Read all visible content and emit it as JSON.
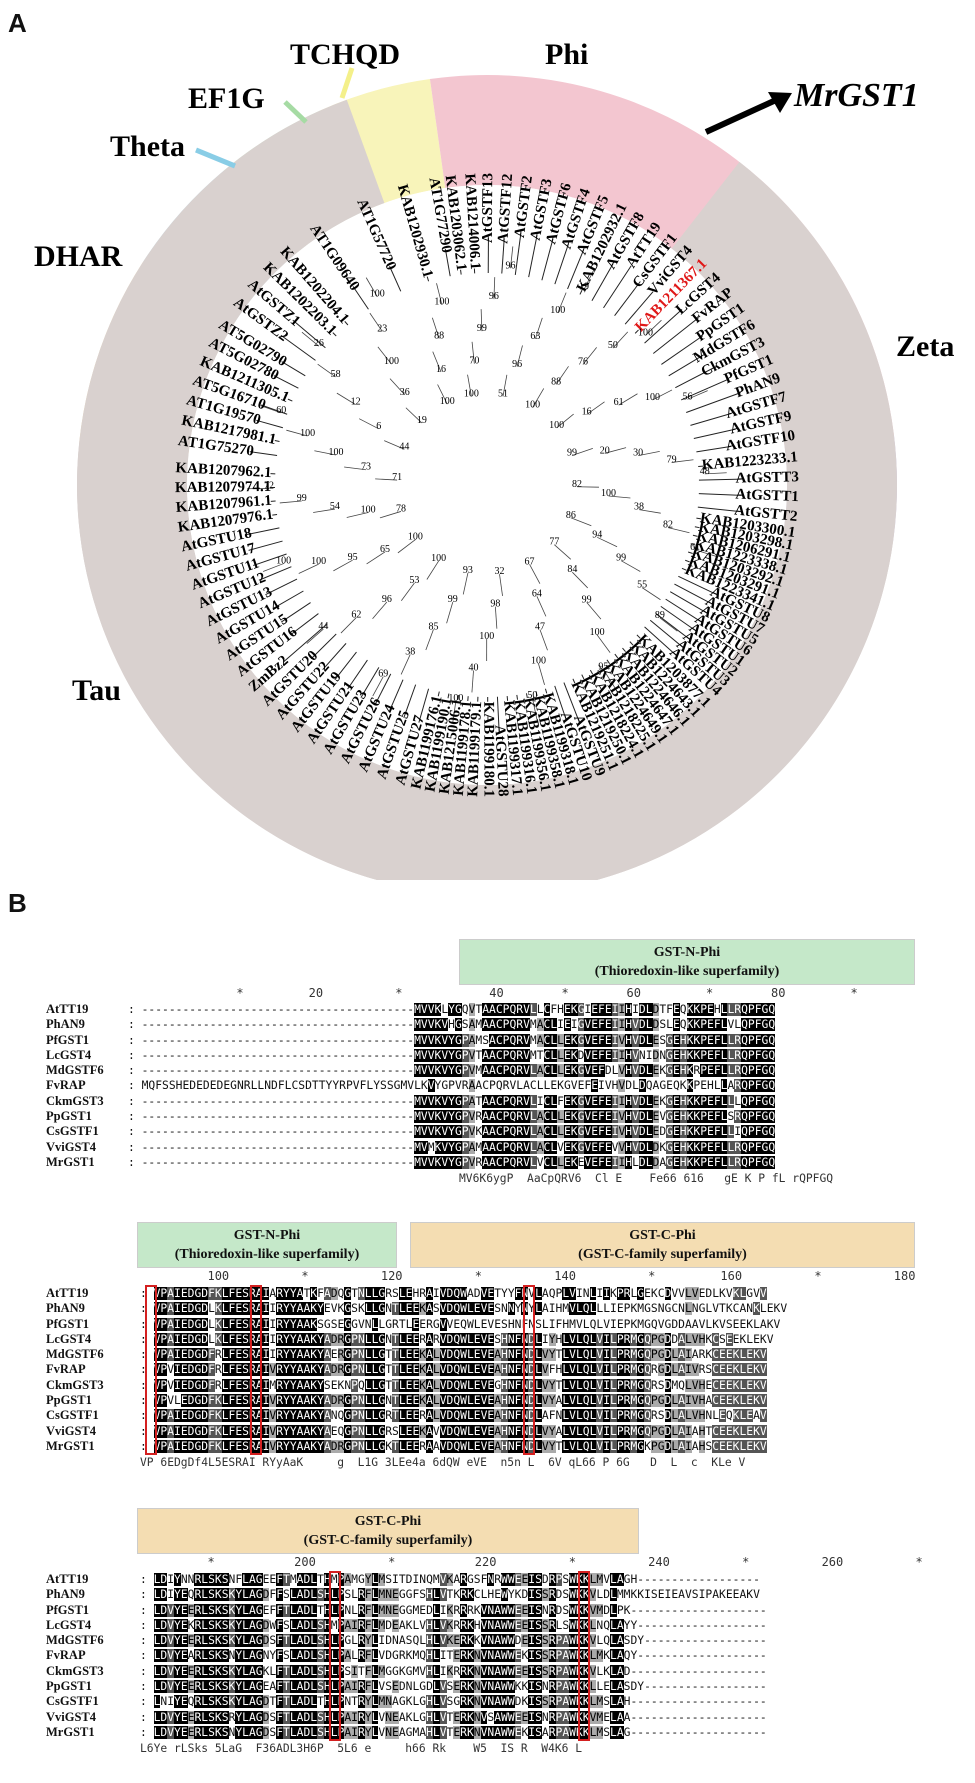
{
  "panel_a": {
    "label": "A"
  },
  "panel_b": {
    "label": "B"
  },
  "clades": {
    "tchqd": "TCHQD",
    "phi": "Phi",
    "ef1g": "EF1G",
    "theta": "Theta",
    "dhar": "DHAR",
    "zeta": "Zeta",
    "tau": "Tau",
    "highlight": "MrGST1"
  },
  "colors": {
    "phi": "#f3c6d0",
    "tchqd": "#f8f4ba",
    "ef1g": "#cde9cc",
    "theta": "#bfe3f2",
    "dhar": "#f4dca9",
    "zeta": "#c9bfe6",
    "tau": "#d9d1cf",
    "highlight_leaf": "#e01818"
  },
  "leaves": {
    "phi": [
      "KAB1203062.1",
      "KAB1214006.1",
      "AtGSTF13",
      "AtGSTF12",
      "AtGSTF2",
      "AtGSTF3",
      "AtGSTF6",
      "AtGSTF4",
      "AtGSTF5",
      "KAB1202932.1",
      "AtGSTF8",
      "AtTT19",
      "CsGSTF1",
      "VviGST4",
      "KAB1211367.1",
      "LcGST4",
      "FvRAP",
      "PpGST1",
      "MdGSTF6",
      "CkmGST3",
      "PfGST1",
      "PhAN9",
      "AtGSTF7",
      "AtGSTF9",
      "AtGSTF10"
    ],
    "zeta": [
      "KAB1223233.1",
      "AtGSTT3",
      "AtGSTT1",
      "AtGSTT2"
    ],
    "tchqd": [
      "KAB1202930.1",
      "AT1G77290"
    ],
    "ef1g": [
      "AT1G09640",
      "AT1G57720"
    ],
    "theta": [
      "AtGSTZ2",
      "AtGSTZ1",
      "KAB1202203.1",
      "KAB1202204.1"
    ],
    "dhar": [
      "AT1G75270",
      "KAB1217981.1",
      "AT1G19570",
      "AT5G16710",
      "KAB1211305.1",
      "AT5G02780",
      "AT5G02790"
    ],
    "tau_left": [
      "KAB1207962.1",
      "KAB1207974.1",
      "KAB1207961.1",
      "KAB1207976.1",
      "AtGSTU18",
      "AtGSTU17",
      "AtGSTU11",
      "AtGSTU12",
      "AtGSTU13",
      "AtGSTU14",
      "AtGSTU15",
      "AtGSTU16",
      "ZmBz2",
      "AtGSTU20",
      "AtGSTU22",
      "AtGSTU19",
      "AtGSTU21",
      "AtGSTU23",
      "AtGSTU26",
      "AtGSTU24",
      "AtGSTU25",
      "AtGSTU27"
    ],
    "tau_bottom": [
      "KAB1199176.1",
      "KAB1199190.1",
      "KAB1215006.1",
      "KAB1199178.1",
      "KAB1199179.1",
      "KAB1199180.1",
      "AtGSTU28",
      "KAB1199317.1",
      "KAB1199316.1",
      "KAB1199356.1",
      "KAB1199358.1",
      "KAB1199318.1",
      "AtGSTU10",
      "AtGSTU9",
      "KAB1219251.1",
      "KAB1219250.1",
      "KAB1218224.1",
      "KAB1218225.1",
      "KAB1224649.1",
      "KAB1224647.1",
      "KAB1224646.1",
      "KAB1224643.1",
      "KAB1203877.1"
    ],
    "tau_right": [
      "AtGSTU4",
      "AtGSTU3",
      "AtGSTU2",
      "AtGSTU1",
      "AtGSTU6",
      "AtGSTU5",
      "AtGSTU7",
      "AtGSTU8",
      "KAB1223341.1",
      "KAB1203291.1",
      "KAB1203292.1",
      "KAB1223338.1",
      "KAB1206291.1",
      "KAB1203298.1",
      "KAB1203300.1"
    ]
  },
  "bootstrap": [
    "100",
    "70",
    "99",
    "96",
    "96",
    "51",
    "96",
    "63",
    "100",
    "19",
    "100",
    "88",
    "76",
    "50",
    "100",
    "100",
    "16",
    "61",
    "100",
    "56",
    "99",
    "20",
    "30",
    "79",
    "48",
    "82",
    "100",
    "38",
    "82",
    "61",
    "86",
    "94",
    "99",
    "55",
    "89",
    "77",
    "84",
    "99",
    "100",
    "95",
    "67",
    "64",
    "47",
    "100",
    "50",
    "32",
    "98",
    "100",
    "40",
    "100",
    "93",
    "99",
    "85",
    "38",
    "69",
    "100",
    "53",
    "96",
    "62",
    "44",
    "100",
    "65",
    "95",
    "100",
    "100",
    "78",
    "100",
    "54",
    "99",
    "72",
    "71",
    "73",
    "100",
    "100",
    "60",
    "44",
    "6",
    "12",
    "58",
    "26",
    "19",
    "36",
    "100",
    "23",
    "100",
    "100",
    "16",
    "88",
    "100"
  ],
  "domains": {
    "n1": {
      "title": "GST-N-Phi",
      "sub": "(Thioredoxin-like superfamily)"
    },
    "n2": {
      "title": "GST-N-Phi",
      "sub": "(Thioredoxin-like superfamily)"
    },
    "c1": {
      "title": "GST-C-Phi",
      "sub": "(GST-C-family superfamily)"
    },
    "c2": {
      "title": "GST-C-Phi",
      "sub": "(GST-C-family superfamily)"
    }
  },
  "alignment": {
    "names": [
      "AtTT19",
      "PhAN9",
      "PfGST1",
      "LcGST4",
      "MdGSTF6",
      "FvRAP",
      "CkmGST3",
      "PpGST1",
      "CsGSTF1",
      "VviGST4",
      "MrGST1"
    ],
    "ruler1": "               *         20          *            40        *        60         *        80         *",
    "ruler2": "           100          *          120          *          140          *         160          *          180",
    "ruler3": "           *           200          *           220          *          240          *          260          *",
    "block1_seq": [
      "MVVKLYGQVTAACPQRVLLCFHEKGIEFEIIHIDLDTFEQKKPEHLLRQPFGQ",
      "MVVKVHGSAMAACPQRVMACLIEIGVEFEIIHVDLDSLEQKKPEFLVLQPFGQ",
      "MVVKVYGPAMSACPQRVMACLLEKGVEFEIVHVDLESGEHKKPEFLLRQPFGQ",
      "MVVKVYGPVTAACPQRVMTCLLEKDVEFEIIHVNIDNGEHKKPEFLLRQPFGQ",
      "MVVKVYGPVMAACPQRVLACLLEKGVEFDLVHVDLEKGEHKRPEFLLRQPFGQ",
      "MQFSSHEDEDEDEGNRLLNDFLCSDTTYYRPVFLYSSGMVLKVYGPVRAACPQRVLACLLEKGVEFEIVHVDLDQAGEQKKPEHLLARQPFGQ",
      "MVVKVYGPATAACPQRVLICLFEKGVEFEIIHVDLEKGEHKKPEFLLLQPFGQ",
      "MVVKVYGPVRAACPQRVLACLLEKGVEFEIVHVDLEVGEHKKPEFLSRQPFGQ",
      "MVVKVYGPVKAACPQRVLACLLEKGVEFEIVHVDLEDGEHKKPEFLLIQPFGQ",
      "MVMKVYGPAMAACPQRVLACLVEKGVEFEVVHVDLDKGEHKKPEFLLRQPFGQ",
      "MVVKVYGPVRAACPQRVLVCLLEKEVEFEIIHLDLDAGEHKKPEFLLRQPFGQ"
    ],
    "block1_cons": "MV6K6ygP  AaCpQRV6  Cl E    Fe66 616   gE K P fL rQPFGQ",
    "block2_seq": [
      "VPAIEDGDFKLFESRAIARYYATKFADQGTNLLGRSLEHRAIVDQWADVETYYFNVLAQPLVINLIIKPRLGEKCDVVLVEDLKVKLGVV",
      "VPAIEDGDLKLFESRAIIRYYAAKYEVKGSKLLGNTLEEKASVDQWLEVESNNYNYLAIHMVLQLLLIEPKMGSNGCNLNGLVTKCANKLEKV",
      "VPAIEDGDLKLFESRAIIRYYAAKSGSEGGVNLLGRTLEERGVVEQWLEVESHNFNSLIFHMVLQLVIEPKMGQVGDDAAVLKVSEEKLAKV",
      "VPAIEDGDLKLFESRAIIRYYAAKYADRGPNLLGNTLEERARVDQWLEVESHNFNDLIYHLVLQLVILPRMGQPGDDALVHKCSEEKLEKV",
      "VPAIEDGDFRLFESRAIIRYYAAKYAERGPNLLGTTLEEKALVDQWLEVEAHNFNDLVYTLVLQLVILPRMGQPGDLAIARKCEEKLEKV",
      "VPVIEDGDFRLFESRAIVRYYAAKYADRGPNLLGTTLEEKALVDQWLEVEAHNFNDLVFHLVLQLVILPRMGQRGDLAIVRSCEEKLEKV",
      "VPVIEDGDFRLFESRAIMRYYAAKYSEKNPQLLGTTLEEKALVDQWLEVEGHNFNDLVYTLVLQLVILPRMGQRSDMQLVHECEEKLEKV",
      "VPVLEDGDFKLFESRAIVRYYAAKYADRGPNLLGNTLEEKALVDQWLEVEAHNFNDLVYALVLQLVILPRMGQPGDLAIVHACEEKLEKV",
      "VPAIEDGDFKLFESRAIVRYYAAKYANQGPNLLGRTLEERALVDQWLEVEAHNFNDLAFNLVLQLVILPRMGQRSDLALVHNLEQKLEAV",
      "VPAIEDGDFKLFESRAIVRYYAAKYAEQGPNLLGRSLEEKAVVDQWLEVEAHNFNDLVYALVLQLVILPRMGQPGDLAIAHTCEEKLEKV",
      "VPAIEDGDFKLFESRAIVRYYAAKYADRGPNLLGKTLEERAAVDQWLEVEAHNFNDLVYTLVLQLVILPRMGKPGDLAIAHSCEEKLEKV"
    ],
    "block2_cons": "VP 6EDgDf4L5ESRAI RYyAaK     g  L1G 3LEe4a 6dQW eVE  n5n L  6V qL66 P 6G   D  L  c  KLe V",
    "block3_seq": [
      "LDIYNNRLSKSNFLAGEEFTMADLTHMPAMGYLMSITDINQMVKARGSFNRWWEEISDRPSWKKLMVLAGH------------------",
      "LDIYEQRLSKSKYLAGDFFSLADLSHLPSLRFLMNEGGFSHLVTKRKCLHEWYKDISSRDSWKKVLDLMMKKISEIEAVSIPAKEEAKV",
      "LDVYEERLSKSKYLAGEFFTLADLTHLPNLRFLMNEGGMEDLIKRRRKVNAWWEEISNRDSWKKVMDLPK--------------------",
      "LDVYEKRLSKSKYLAGDWFSLADLSHMPAIRFLMDEAKLVHLVKRRKHVNAWWEEISSRLSWKKLNQLAYY-------------------",
      "LDVYEERLSKSKYLAGDSFTLADLSHLPGLRYLIDNASQLHLVKERKKVNAWWDEISSRPAWKKVLQLASDY------------------",
      "LDVYEARLSKSNYLAGNYFSLADLSHLPALRFLVDGRKMQHLITERKNVNAWWEKISSRPAWKKLMKLAQY-------------------",
      "LDVYEERLSKSKYLAGKLFTLADLSHLPSITFLMGGKGMVHLIKRRKNVNAWWEEISSRPAWKKVLKLAD--------------------",
      "LDVYEERLSKSKYLAGEAFTLADLSHLPAIRFLVSEDNLGDLVSERKNVNAWWKKISNRPAWKKLLELASDY------------------",
      "LNIYEQRLSKSKYLAGDTFTLADLTHLPNTRYLMNAGKLGHLVSGRKNVNAWWDKISSRPAWKKLMSLAH--------------------",
      "LDVYEERLSKSRYLAGDSFTLADLSHLPAIRYLVNEAKLGHLVTERKNVSAWWEEISNRPAWKKVMELAA--------------------",
      "LDVYEERLSKSNYLAGDSFTLADLSHLPAIRYLVNEAGMAHLVTERKNVNAWWEKISARPAWKKLMSLAG--------------------"
    ],
    "block3_cons": "L6Ye rLSks 5LaG  F36ADL3H6P  5L6 e     h66 Rk    W5  IS R  W4K6 L"
  }
}
